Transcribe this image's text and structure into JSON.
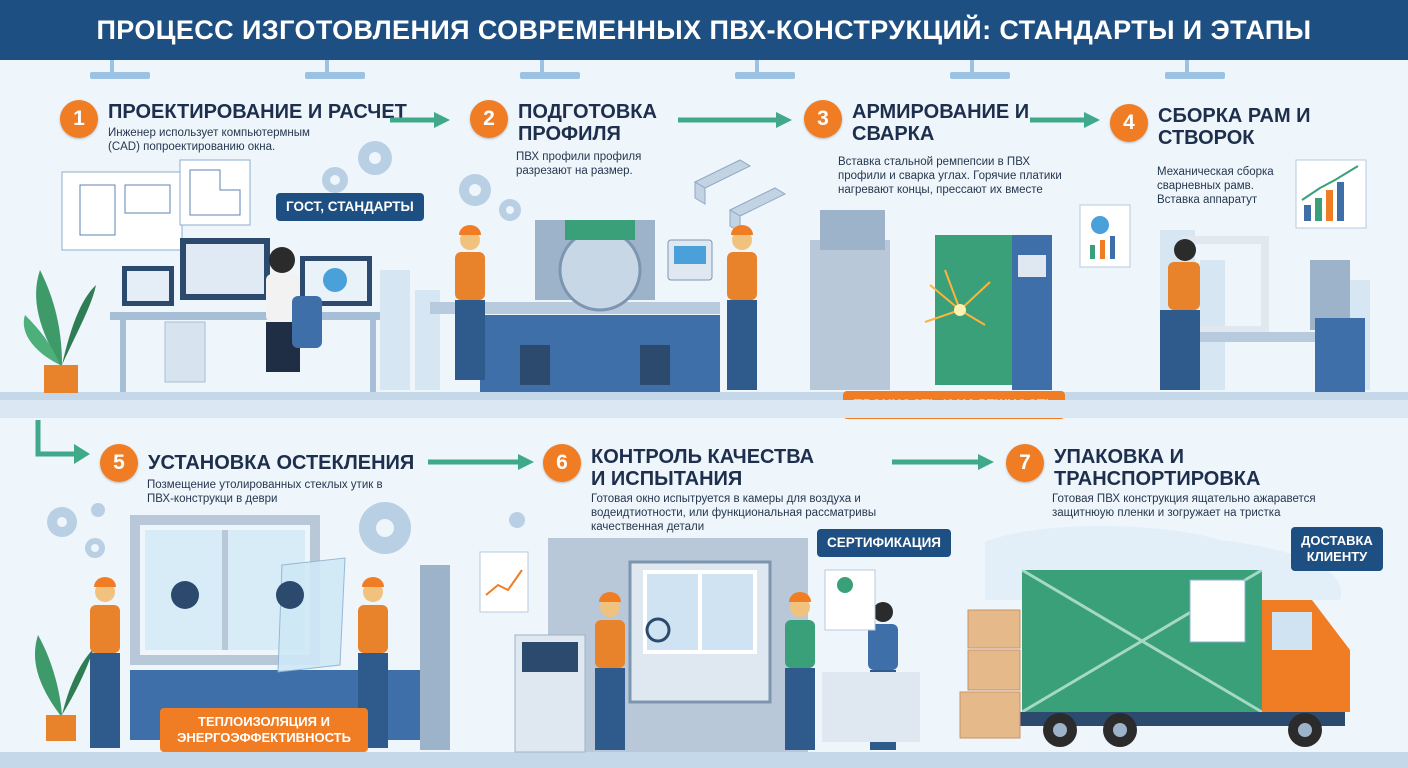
{
  "title": "ПРОЦЕСС ИЗГОТОВЛЕНИЯ СОВРЕМЕННЫХ ПВХ-КОНСТРУКЦИЙ: СТАНДАРТЫ И ЭТАПЫ",
  "steps": [
    {
      "num": "1",
      "title": "ПРОЕКТИРОВАНИЕ И РАСЧЕТ",
      "desc": "Инженер использует компьютермным (CAD) попроектированию окна."
    },
    {
      "num": "2",
      "title": "ПОДГОТОВКА ПРОФИЛЯ",
      "desc": "ПВХ профили профиля разрезают на размер."
    },
    {
      "num": "3",
      "title": "АРМИРОВАНИЕ И СВАРКА",
      "desc": "Вставка стальной ремпепсии в ПВХ профили и сварка углах. Горячие платики нагревают концы, прессают их вместе"
    },
    {
      "num": "4",
      "title": "СБОРКА РАМ И СТВОРОК",
      "desc": "Механическая сборка сварневных рамв. Вставка аппаратут"
    },
    {
      "num": "5",
      "title": "УСТАНОВКА ОСТЕКЛЕНИЯ",
      "desc": "Позмещение утолированных стеклых утик в ПВХ-конструкци в деври"
    },
    {
      "num": "6",
      "title": "КОНТРОЛЬ КАЧЕСТВА И ИСПЫТАНИЯ",
      "desc": "Готовая окно испытруется в камеры для воздуха и водеидтиотности, или функциональная рассматривы качественная детали"
    },
    {
      "num": "7",
      "title": "УПАКОВКА И ТРАНСПОРТИРОВКА",
      "desc": "Готовая ПВХ конструкция ящательно ажаравется защитнюую пленки и зогружает на тристка"
    }
  ],
  "badges": {
    "standards": "ГОСТ, СТАНДАРТЫ",
    "strength": "ПРОЧНОСТЬ И НАДЕЖНОСТЬ",
    "thermal": "ТЕПЛОИЗОЛЯЦИЯ И ЭНЕРГОЭФФЕКТИВНОСТЬ",
    "certification": "СЕРТИФИКАЦИЯ",
    "delivery": "ДОСТАВКА КЛИЕНТУ"
  },
  "colors": {
    "header": "#1e4f82",
    "accent": "#f07d24",
    "arrow": "#3fa98a",
    "worker_shirt": "#e8822b",
    "worker_pants": "#2e5a8c",
    "machine": "#3f6fa8",
    "machine_green": "#3aa07a"
  }
}
